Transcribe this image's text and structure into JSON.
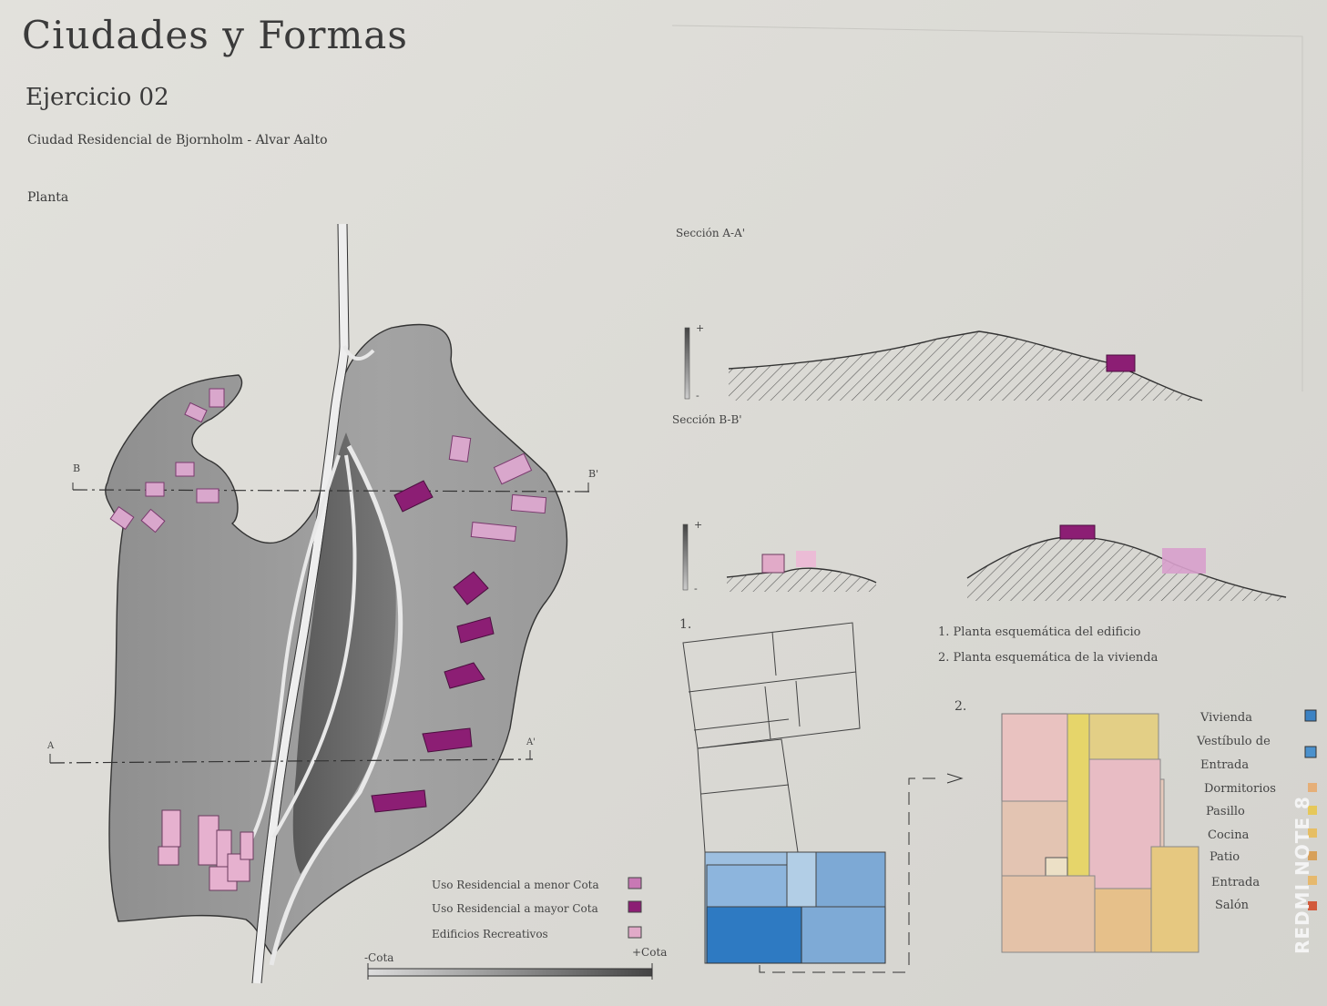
{
  "header": {
    "title": "Ciudades y Formas",
    "subtitle": "Ejercicio 02",
    "description": "Ciudad Residencial de Bjornholm - Alvar Aalto",
    "plan_label": "Planta"
  },
  "plan": {
    "section_marks": {
      "b": "B",
      "b_prime": "B'",
      "a": "A",
      "a_prime": "A'"
    },
    "legend": [
      {
        "label": "Uso Residencial a menor Cota",
        "color": "#c878b4"
      },
      {
        "label": "Uso Residencial a mayor Cota",
        "color": "#8c1e74"
      },
      {
        "label": "Edificios Recreativos",
        "color": "#e1aac8"
      }
    ],
    "scale": {
      "low": "-Cota",
      "high": "+Cota"
    }
  },
  "sections": {
    "a_title": "Sección A-A'",
    "b_title": "Sección B-B'",
    "plus": "+",
    "minus": "-"
  },
  "schematic": {
    "number_1": "1.",
    "number_2": "2.",
    "caption_1": "1. Planta esquemática del edificio",
    "caption_2": "2. Planta esquemática de la vivienda"
  },
  "dwelling_legend": [
    {
      "label": "Vivienda",
      "color": "#3c82c3"
    },
    {
      "label": "Vestíbulo de",
      "color": "#4b91cd"
    },
    {
      "label": "Entrada",
      "color": ""
    },
    {
      "label": "Dormitorios",
      "color": "#e6af78"
    },
    {
      "label": "Pasillo",
      "color": "#e6c85a"
    },
    {
      "label": "Cocina",
      "color": "#e6be64"
    },
    {
      "label": "Patio",
      "color": "#d7a05a"
    },
    {
      "label": "Entrada",
      "color": "#e6b96e"
    },
    {
      "label": "Salón",
      "color": "#d25a3c"
    }
  ],
  "watermark": "REDMI NOTE 8"
}
